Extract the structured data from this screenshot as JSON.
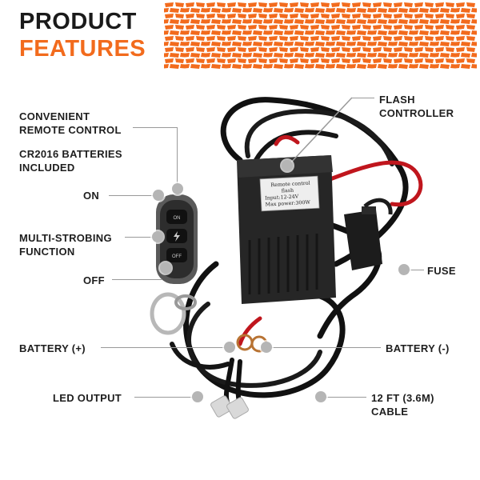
{
  "header": {
    "title_line1": "PRODUCT",
    "title_line2": "FEATURES",
    "pattern_color": "#f26b1d",
    "title_dark_color": "#1a1a1a"
  },
  "remote": {
    "buttons": [
      "ON",
      "",
      "OFF"
    ]
  },
  "controller_box": {
    "label_lines": [
      "Remote control",
      "flash",
      "Input:12-24V",
      "Max power:300W"
    ]
  },
  "features": {
    "remote_control": "CONVENIENT\nREMOTE CONTROL",
    "batteries": "CR2016 BATTERIES\nINCLUDED",
    "on": "ON",
    "multi_strobing": "MULTI-STROBING\nFUNCTION",
    "off": "OFF",
    "battery_pos": "BATTERY (+)",
    "led_output": "LED OUTPUT",
    "flash_controller": "FLASH\nCONTROLLER",
    "fuse": "FUSE",
    "battery_neg": "BATTERY (-)",
    "cable": "12 FT (3.6M)\nCABLE"
  }
}
